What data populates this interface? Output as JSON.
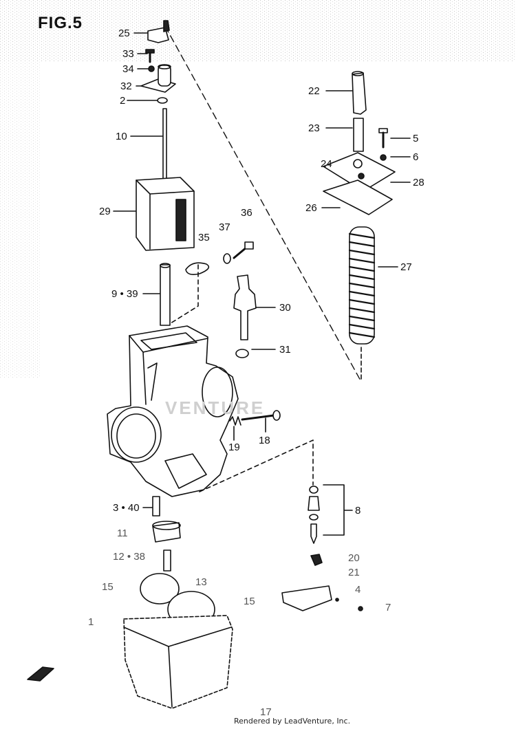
{
  "figure": {
    "title": "FIG.5",
    "watermark": "VENTURE",
    "footer": "Rendered by LeadVenture, Inc."
  },
  "callouts": [
    {
      "id": "c25",
      "text": "25"
    },
    {
      "id": "c33",
      "text": "33"
    },
    {
      "id": "c34",
      "text": "34"
    },
    {
      "id": "c32",
      "text": "32"
    },
    {
      "id": "c2",
      "text": "2"
    },
    {
      "id": "c10",
      "text": "10"
    },
    {
      "id": "c29",
      "text": "29"
    },
    {
      "id": "c35",
      "text": "35"
    },
    {
      "id": "c37",
      "text": "37"
    },
    {
      "id": "c36",
      "text": "36"
    },
    {
      "id": "c9",
      "text": "9 • 39"
    },
    {
      "id": "c30",
      "text": "30"
    },
    {
      "id": "c31",
      "text": "31"
    },
    {
      "id": "c22",
      "text": "22"
    },
    {
      "id": "c23",
      "text": "23"
    },
    {
      "id": "c5",
      "text": "5"
    },
    {
      "id": "c24",
      "text": "24"
    },
    {
      "id": "c6",
      "text": "6"
    },
    {
      "id": "c28",
      "text": "28"
    },
    {
      "id": "c26",
      "text": "26"
    },
    {
      "id": "c27",
      "text": "27"
    },
    {
      "id": "c18",
      "text": "18"
    },
    {
      "id": "c19",
      "text": "19"
    },
    {
      "id": "c3",
      "text": "3 • 40"
    },
    {
      "id": "c8",
      "text": "8"
    },
    {
      "id": "c11",
      "text": "11"
    },
    {
      "id": "c12",
      "text": "12 • 38"
    },
    {
      "id": "c20",
      "text": "20"
    },
    {
      "id": "c21",
      "text": "21"
    },
    {
      "id": "c15a",
      "text": "15"
    },
    {
      "id": "c13",
      "text": "13"
    },
    {
      "id": "c15b",
      "text": "15"
    },
    {
      "id": "c4",
      "text": "4"
    },
    {
      "id": "c7",
      "text": "7"
    },
    {
      "id": "c1",
      "text": "1"
    },
    {
      "id": "c17",
      "text": "17"
    }
  ]
}
